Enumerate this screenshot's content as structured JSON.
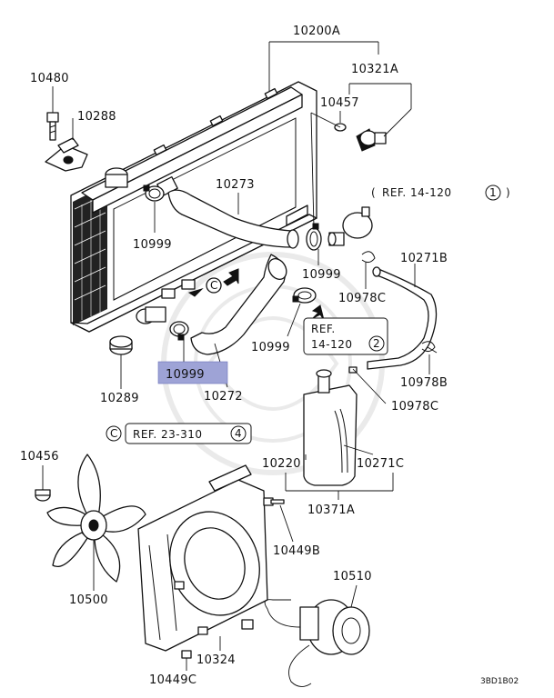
{
  "labels": {
    "p10200A": "10200A",
    "p10321A": "10321A",
    "p10457": "10457",
    "p10480": "10480",
    "p10288": "10288",
    "p10273": "10273",
    "p10999a": "10999",
    "p10999b": "10999",
    "p10999c": "10999",
    "p10999d": "10999",
    "p10978C": "10978C",
    "p10271B": "10271B",
    "p10978B": "10978B",
    "p10978C2": "10978C",
    "p10289": "10289",
    "p10272": "10272",
    "p10220": "10220",
    "p10271C": "10271C",
    "p10371A": "10371A",
    "p10456": "10456",
    "p10449B": "10449B",
    "p10510": "10510",
    "p10500": "10500",
    "p10324": "10324",
    "p10449C": "10449C"
  },
  "refs": {
    "ref1_text": "REF. 14-120",
    "ref1_num": "1",
    "ref2_line1": "REF.",
    "ref2_line2": "14-120",
    "ref2_num": "2",
    "ref3_text": "REF. 23-310",
    "ref3_num": "4",
    "conn_letter": "C"
  },
  "diagram_code": "3BD1B02",
  "highlight": {
    "part": "10999",
    "color": "#9ea3d6"
  }
}
